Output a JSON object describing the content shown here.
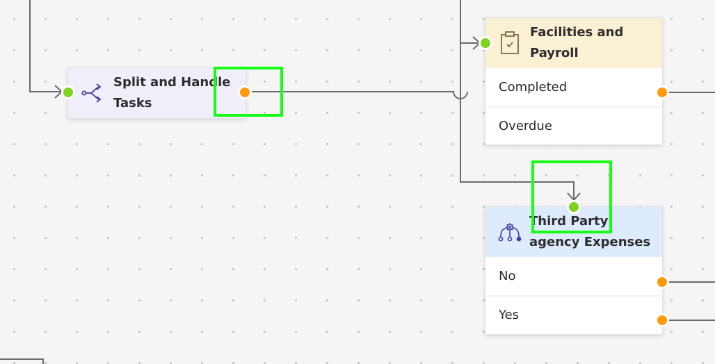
{
  "colors": {
    "input_port": "#7ed321",
    "output_port": "#ff9b0a",
    "highlight": "#14ff14"
  },
  "nodes": {
    "split": {
      "title": "Split and Handle Tasks",
      "icon": "split-arrows-icon"
    },
    "facilities": {
      "title": "Facilities and Payroll",
      "icon": "clipboard-check-icon",
      "outputs": [
        "Completed",
        "Overdue"
      ]
    },
    "third_party": {
      "title": "Third Party agency Expenses",
      "icon": "gear-network-icon",
      "outputs": [
        "No",
        "Yes"
      ]
    }
  }
}
